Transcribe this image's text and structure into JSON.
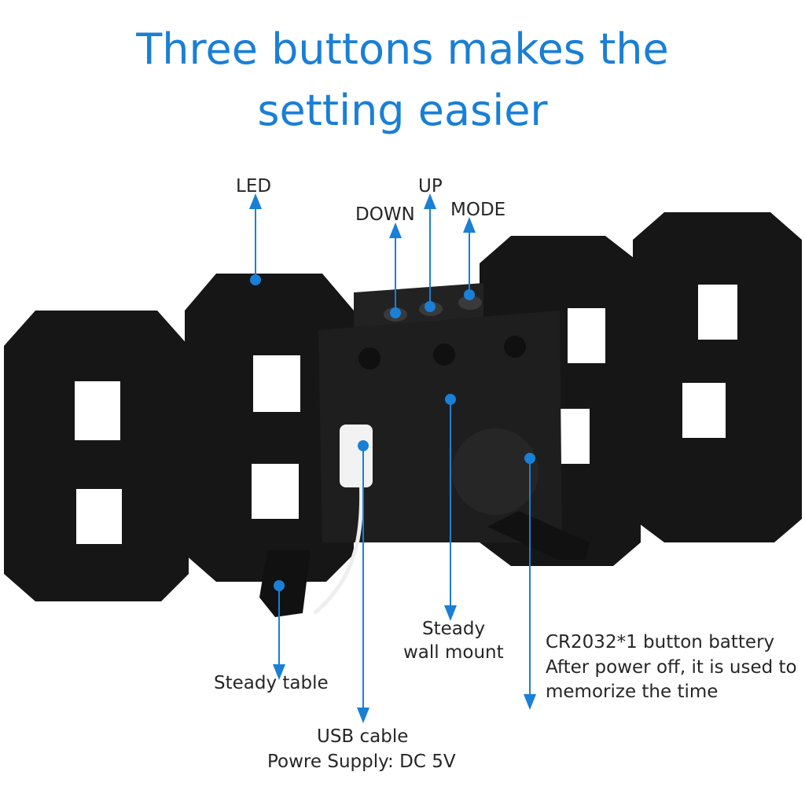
{
  "title": {
    "line1": "Three buttons makes the",
    "line2": "setting easier"
  },
  "labels": {
    "led": "LED",
    "down": "DOWN",
    "up": "UP",
    "mode": "MODE",
    "steady_table": "Steady table",
    "usb_line1": "USB cable",
    "usb_line2": "Powre Supply: DC 5V",
    "wall_line1": "Steady",
    "wall_line2": "wall mount",
    "battery_line1": "CR2032*1 button battery",
    "battery_line2": "After power off, it is used to",
    "battery_line3": "memorize the time"
  },
  "colors": {
    "accent": "#1a7fd6",
    "device": "#141414"
  }
}
